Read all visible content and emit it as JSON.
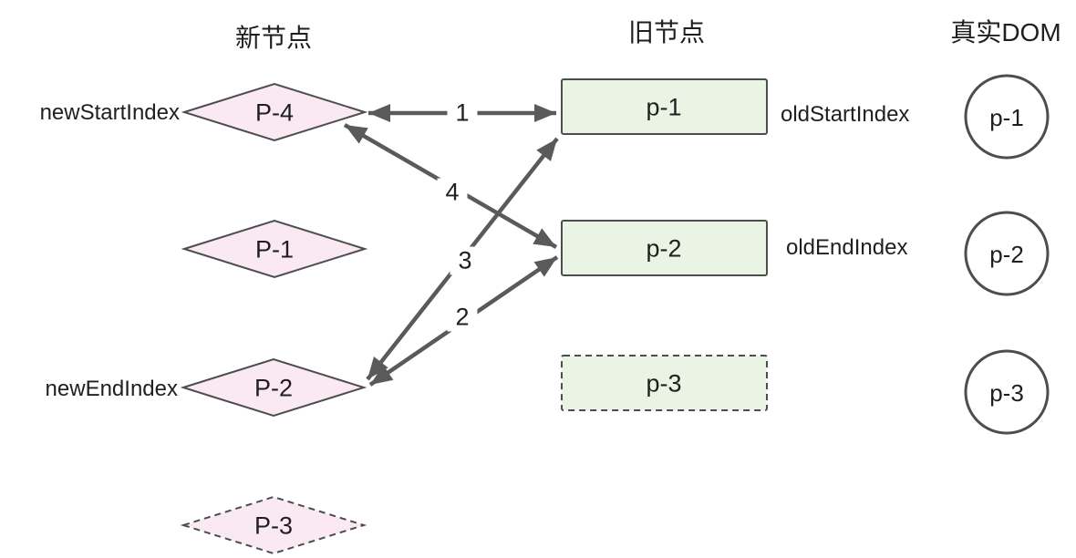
{
  "columns": {
    "new": {
      "title": "新节点"
    },
    "old": {
      "title": "旧节点"
    },
    "dom": {
      "title": "真实DOM"
    }
  },
  "new_nodes": {
    "p4": {
      "label": "P-4",
      "pointer": "newStartIndex"
    },
    "p1": {
      "label": "P-1"
    },
    "p2": {
      "label": "P-2",
      "pointer": "newEndIndex"
    },
    "p3": {
      "label": "P-3",
      "style": "dashed"
    }
  },
  "old_nodes": {
    "p1": {
      "label": "p-1",
      "pointer": "oldStartIndex"
    },
    "p2": {
      "label": "p-2",
      "pointer": "oldEndIndex"
    },
    "p3": {
      "label": "p-3",
      "style": "dashed"
    }
  },
  "dom_nodes": {
    "p1": {
      "label": "p-1"
    },
    "p2": {
      "label": "p-2"
    },
    "p3": {
      "label": "p-3"
    }
  },
  "arrows": {
    "a1": {
      "label": "1",
      "connects": "P-4 (newStartIndex) ↔ p-1 (oldStartIndex)"
    },
    "a2": {
      "label": "2",
      "connects": "P-2 (newEndIndex) ↔ p-2 (oldEndIndex)"
    },
    "a3": {
      "label": "3",
      "connects": "P-2 (newEndIndex) ↔ p-1 (oldStartIndex)"
    },
    "a4": {
      "label": "4",
      "connects": "P-4 (newStartIndex) ↔ p-2 (oldEndIndex)"
    }
  },
  "colors": {
    "new_node_fill": "#fae8f3",
    "old_node_fill": "#e9f4e4",
    "shape_border": "#4d4d4d",
    "arrow": "#5a5a5a",
    "text": "#1f1f1f"
  }
}
